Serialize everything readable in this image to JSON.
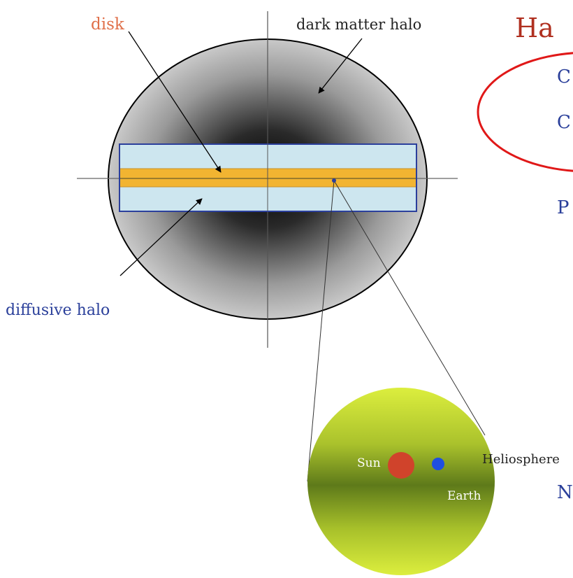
{
  "labels": {
    "disk": "disk",
    "dark_matter_halo": "dark matter halo",
    "diffusive_halo": "diffusive halo",
    "heliosphere": "Heliosphere",
    "sun": "Sun",
    "earth": "Earth"
  },
  "partial_text": {
    "title_fragment": "Ha",
    "line1_fragment": "C",
    "line2_fragment": "C",
    "line3_fragment": "P",
    "line4_fragment": "N"
  },
  "colors": {
    "disk_label": "#e0704a",
    "title": "#b03020",
    "body_text": "#2a3f9a",
    "dark_label": "#222222",
    "diffusive_label": "#2a3f9a",
    "disk_band": "#f2b431",
    "diffusive_box": "#cde6ef",
    "box_border": "#2b3f9c",
    "red_ellipse": "#e01818",
    "sun": "#d0432b",
    "earth": "#1e4fe0",
    "helio_light": "#d9ec3c",
    "helio_dark": "#5e7a1a"
  }
}
